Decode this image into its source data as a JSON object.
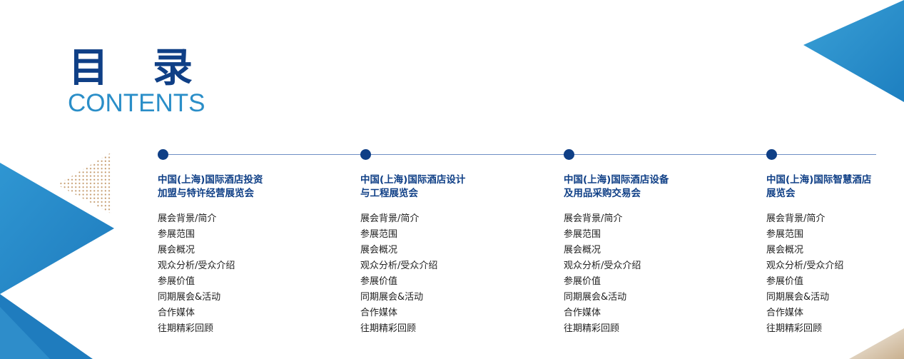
{
  "header": {
    "title_zh": "目录",
    "title_en": "CONTENTS"
  },
  "colors": {
    "primary": "#0f3f86",
    "accent": "#2a8ec8",
    "dots": "#c49a6c"
  },
  "sections": [
    {
      "title_line1": "中国(上海)国际酒店投资",
      "title_line2": "加盟与特许经营展览会",
      "items": [
        "展会背景/简介",
        "参展范围",
        "展会概况",
        "观众分析/受众介绍",
        "参展价值",
        "同期展会&活动",
        "合作媒体",
        "往期精彩回顾"
      ]
    },
    {
      "title_line1": "中国(上海)国际酒店设计",
      "title_line2": "与工程展览会",
      "items": [
        "展会背景/简介",
        "参展范围",
        "展会概况",
        "观众分析/受众介绍",
        "参展价值",
        "同期展会&活动",
        "合作媒体",
        "往期精彩回顾"
      ]
    },
    {
      "title_line1": "中国(上海)国际酒店设备",
      "title_line2": "及用品采购交易会",
      "items": [
        "展会背景/简介",
        "参展范围",
        "展会概况",
        "观众分析/受众介绍",
        "参展价值",
        "同期展会&活动",
        "合作媒体",
        "往期精彩回顾"
      ]
    },
    {
      "title_line1": "中国(上海)国际智慧酒店",
      "title_line2": "展览会",
      "items": [
        "展会背景/简介",
        "参展范围",
        "展会概况",
        "观众分析/受众介绍",
        "参展价值",
        "同期展会&活动",
        "合作媒体",
        "往期精彩回顾"
      ]
    }
  ]
}
